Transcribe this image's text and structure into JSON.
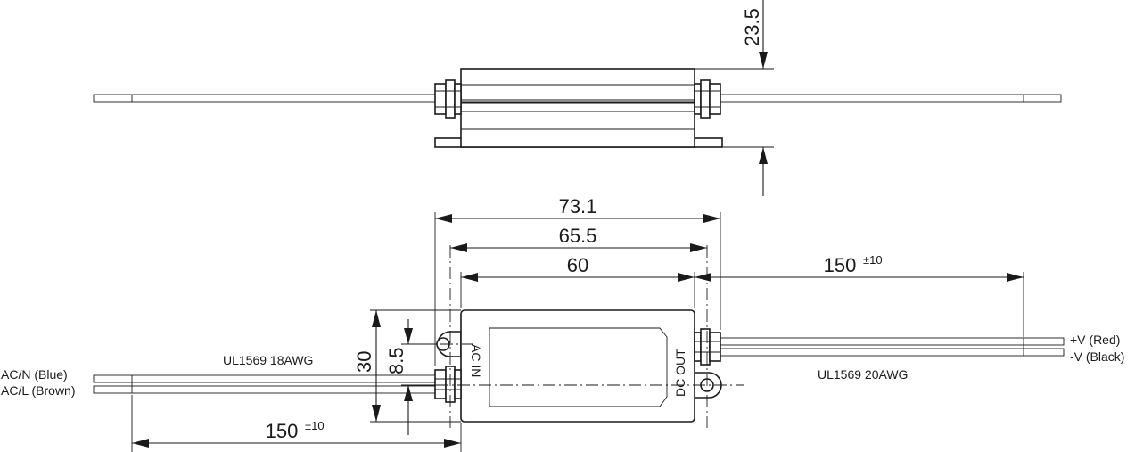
{
  "dimensions": {
    "height_side": "23.5",
    "total_length": "73.1",
    "mount_hole_spacing": "65.5",
    "body_length": "60",
    "cable_out_length": "150",
    "cable_out_tol": "±10",
    "cable_in_length": "150",
    "cable_in_tol": "±10",
    "width": "30",
    "hole_offset": "8.5"
  },
  "labels": {
    "input_cable": "UL1569 18AWG",
    "output_cable": "UL1569 20AWG",
    "ac_n": "AC/N (Blue)",
    "ac_l": "AC/L (Brown)",
    "v_plus": "+V (Red)",
    "v_minus": "-V (Black)",
    "ac_in": "AC IN",
    "dc_out": "DC OUT"
  }
}
